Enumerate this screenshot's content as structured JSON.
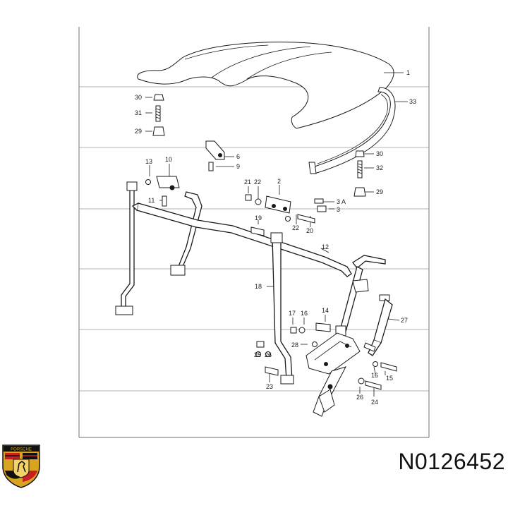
{
  "diagram": {
    "callouts": [
      "1",
      "33",
      "30",
      "31",
      "29",
      "6",
      "9",
      "30",
      "32",
      "29",
      "13",
      "10",
      "11",
      "21",
      "22",
      "2",
      "3 A",
      "3",
      "19",
      "22",
      "20",
      "12",
      "18",
      "17",
      "16",
      "14",
      "27",
      "25",
      "26",
      "28",
      "16",
      "15",
      "23",
      "26",
      "24"
    ]
  },
  "part_number": "N0126452",
  "logo": {
    "name": "porsche-crest",
    "wordmark": "PORSCHE"
  },
  "colors": {
    "ink": "#1a1a1a",
    "frame": "#6f6f6f",
    "crest_gold": "#d9a520",
    "crest_red": "#c8201e",
    "crest_black": "#111111"
  }
}
